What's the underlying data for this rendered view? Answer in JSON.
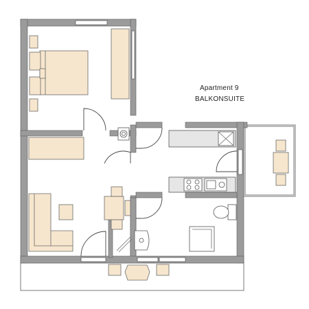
{
  "apartment": {
    "name": "Apartment 9",
    "type": "BALKONSUITE"
  },
  "colors": {
    "wall": "#9b9b9b",
    "furniture": "#f6e6cd",
    "counter": "#e6e6e6",
    "outline": "#555555"
  },
  "rooms": [
    "bedroom",
    "living-room",
    "kitchenette",
    "bathroom",
    "entrance-hall",
    "balcony",
    "terrace"
  ]
}
